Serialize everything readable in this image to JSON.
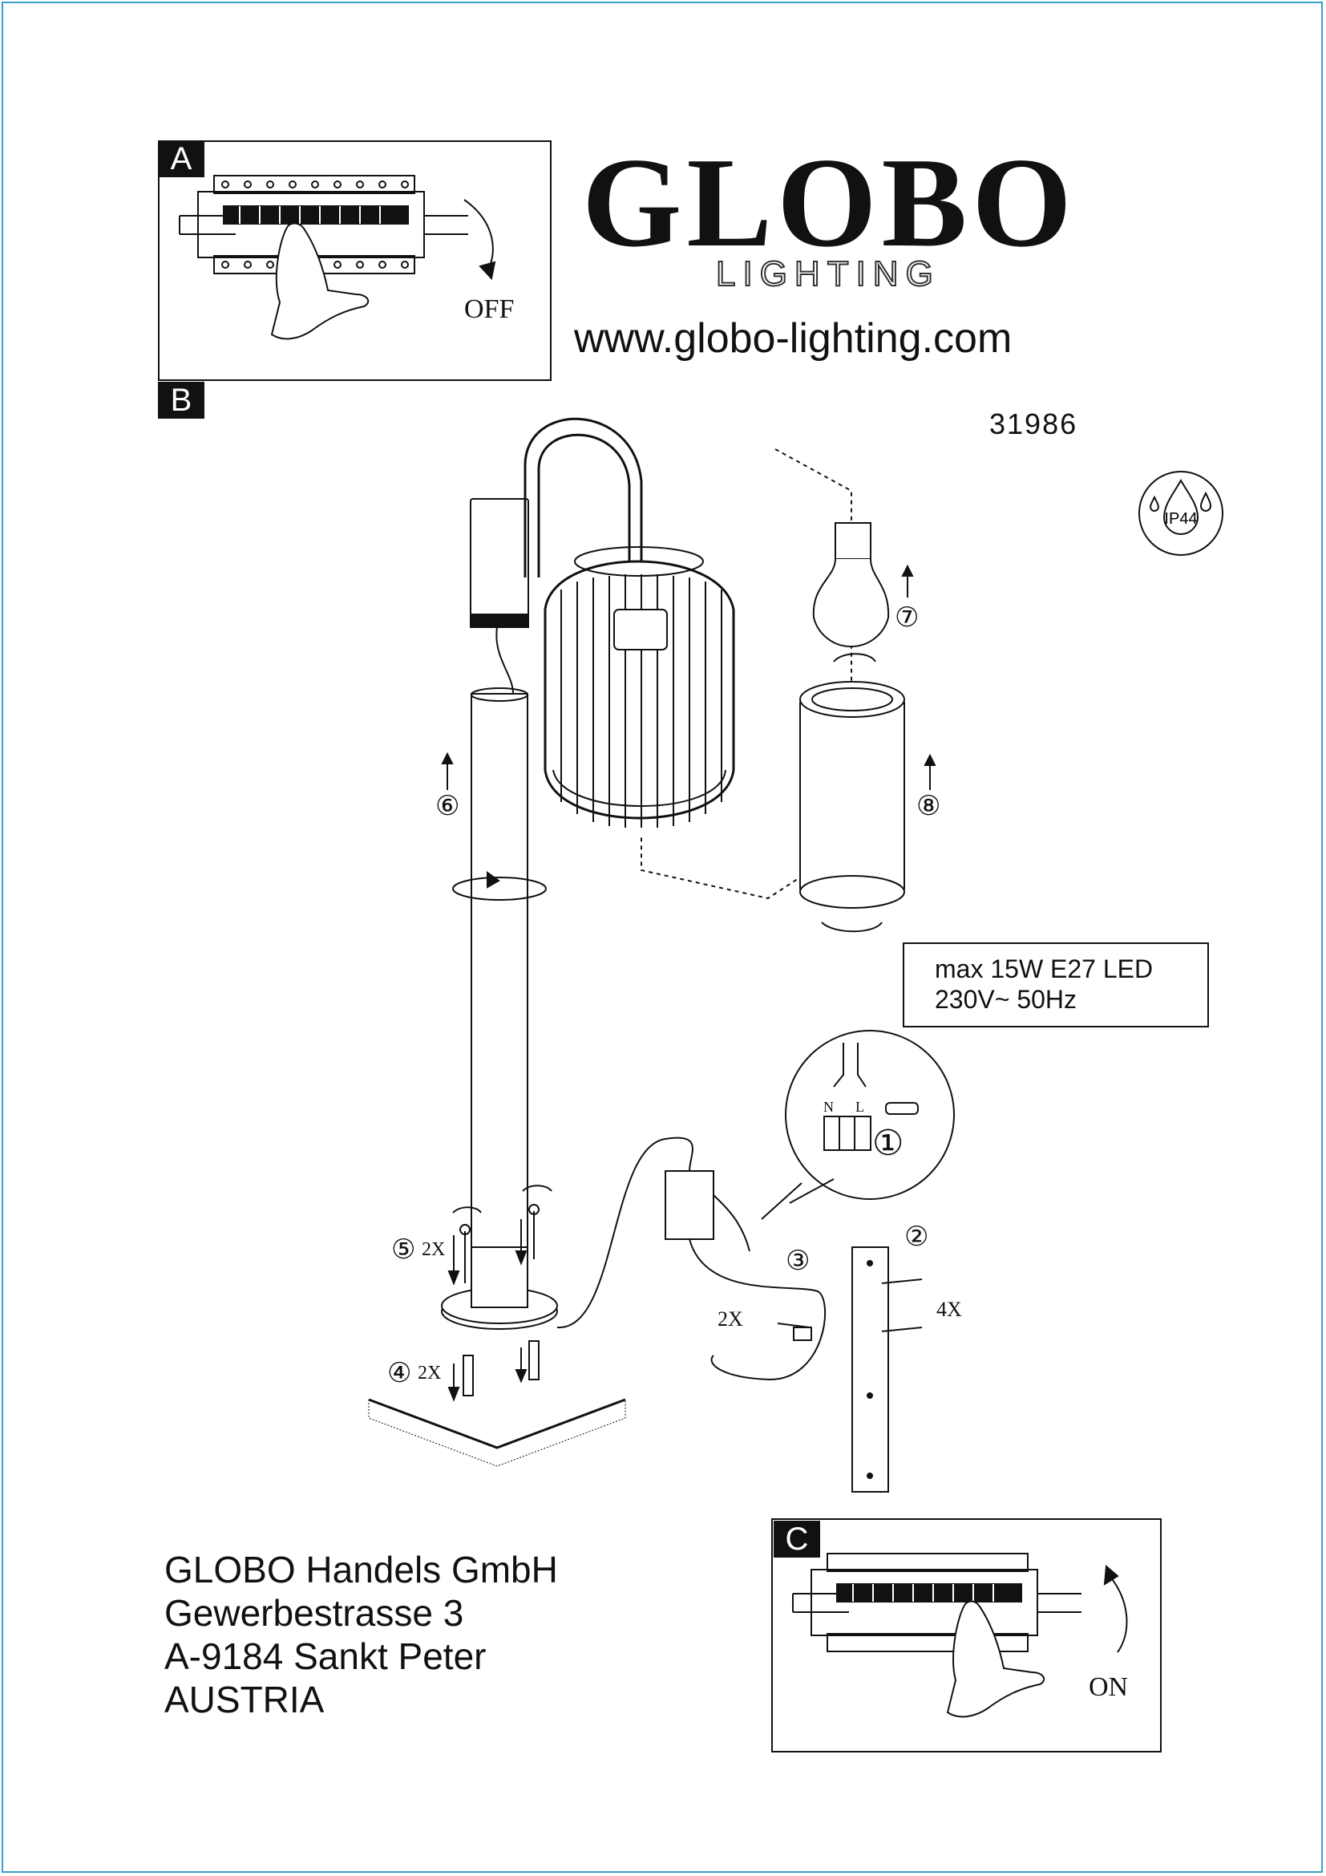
{
  "brand": {
    "name": "GLOBO",
    "tagline": "LIGHTING",
    "website": "www.globo-lighting.com"
  },
  "article_number": "31986",
  "rating_badge": "IP44",
  "steps": {
    "a": {
      "tag": "A",
      "action": "OFF"
    },
    "b": {
      "tag": "B"
    },
    "c": {
      "tag": "C",
      "action": "ON"
    }
  },
  "specs": {
    "line1": "max 15W E27 LED",
    "line2": "230V~ 50Hz"
  },
  "callouts": {
    "wiring_step": "①",
    "mount_step": "②",
    "wall_step": "③",
    "anchor_step": "④",
    "screw_step": "⑤",
    "pole_step": "⑥",
    "bulb_step": "⑦",
    "cover_step": "⑧",
    "qty_screws_base": "2X",
    "qty_anchors_base": "2X",
    "qty_plate": "4X",
    "qty_wall": "2X",
    "terminal_n": "N",
    "terminal_l": "L"
  },
  "address": {
    "line1": "GLOBO Handels GmbH",
    "line2": "Gewerbestrasse 3",
    "line3": "A-9184 Sankt Peter",
    "line4": "AUSTRIA"
  },
  "icons": [
    "breaker-icon",
    "hand-icon",
    "rotate-arrow-icon",
    "ip44-drops-icon",
    "bulb-icon",
    "screw-icon",
    "anchor-icon"
  ]
}
